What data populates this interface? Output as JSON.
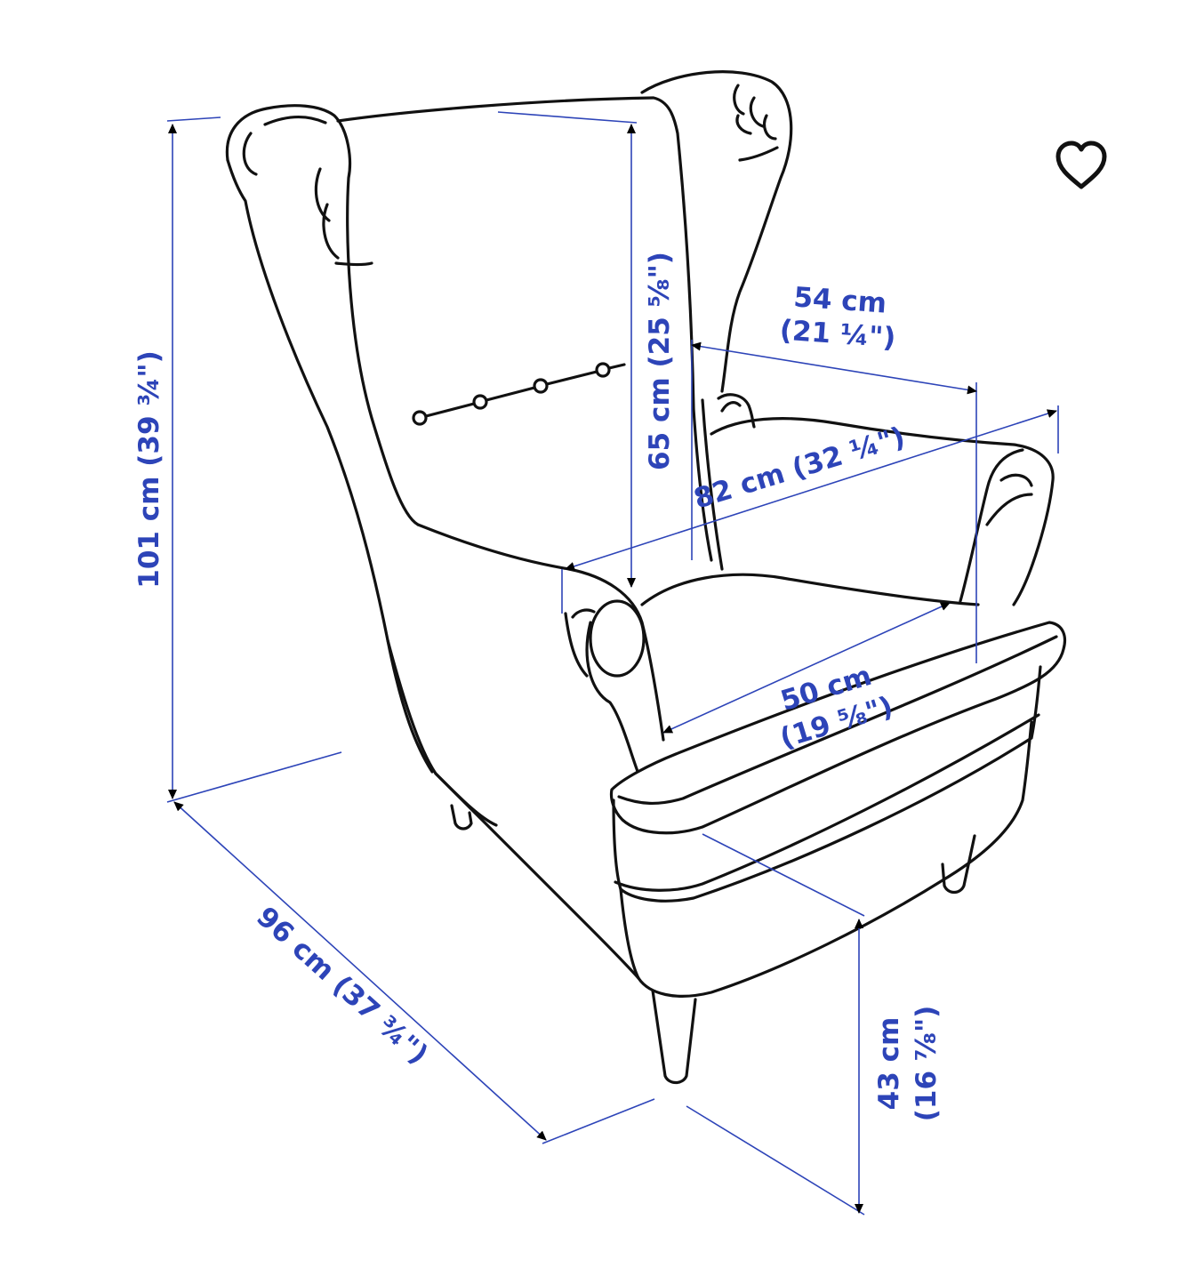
{
  "actions": {
    "favorite_icon": "heart-outline-icon"
  },
  "colors": {
    "dimension": "#2d44b8",
    "outline": "#111111",
    "background": "#ffffff"
  },
  "dimensions": {
    "height": {
      "cm": "101 cm",
      "in": "(39 ¾\")"
    },
    "back_height": {
      "cm": "65 cm",
      "in": "(25 ⅝\")"
    },
    "seat_width": {
      "cm": "54 cm",
      "in": "(21 ¼\")"
    },
    "width": {
      "cm": "82 cm",
      "in": "(32 ¼\")"
    },
    "seat_depth": {
      "cm": "50 cm",
      "in": "(19 ⅝\")"
    },
    "depth": {
      "cm": "96 cm",
      "in": "(37 ¾\")"
    },
    "seat_height": {
      "cm": "43 cm",
      "in": "(16 ⅞\")"
    }
  }
}
